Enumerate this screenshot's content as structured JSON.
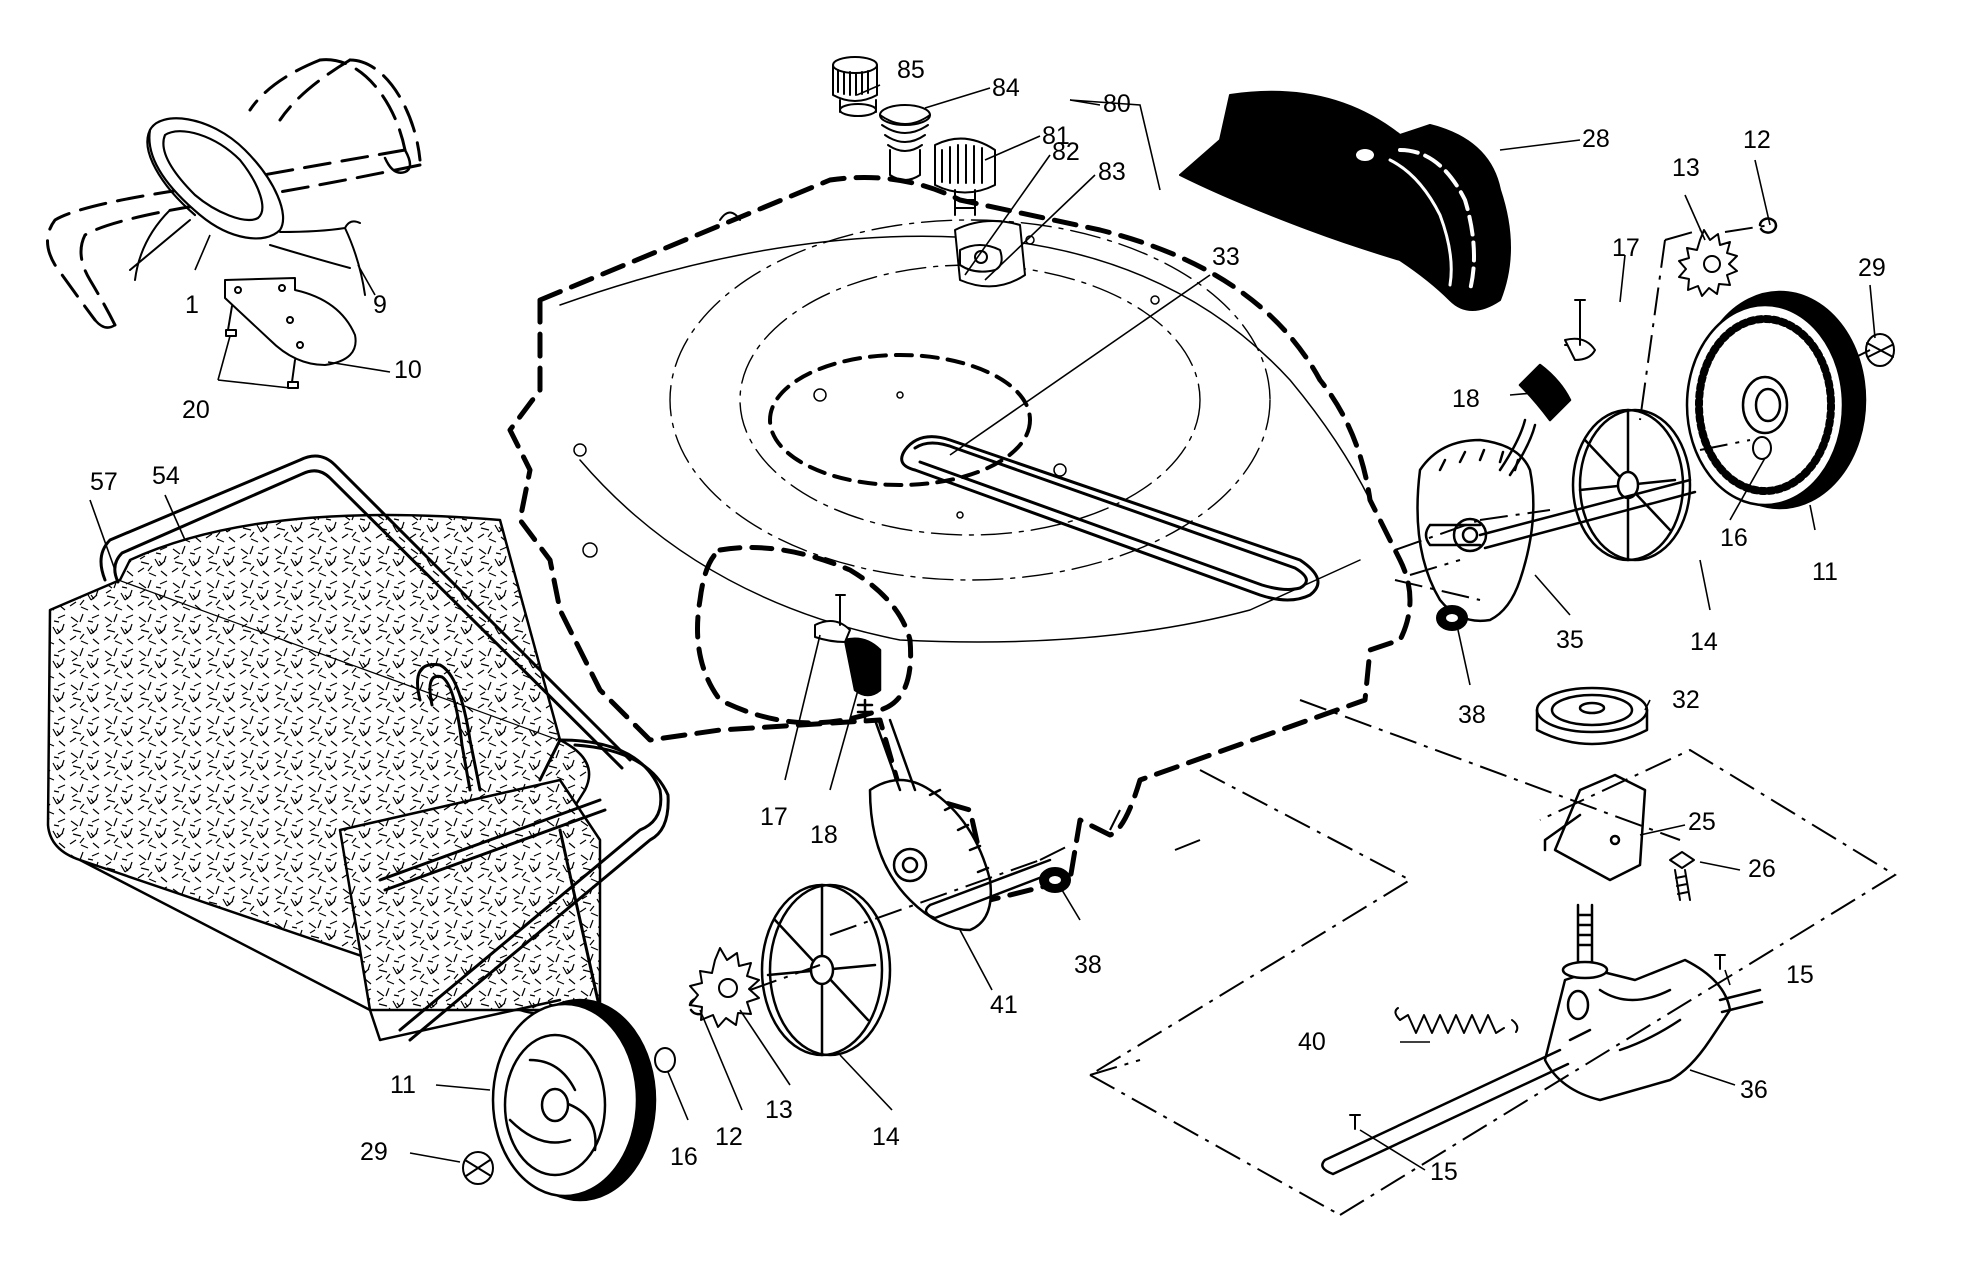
{
  "diagram": {
    "type": "exploded-parts-diagram",
    "colors": {
      "line": "#000000",
      "background": "#ffffff"
    },
    "callouts": [
      {
        "id": "c85",
        "text": "85"
      },
      {
        "id": "c84",
        "text": "84"
      },
      {
        "id": "c80",
        "text": "80"
      },
      {
        "id": "c81",
        "text": "81"
      },
      {
        "id": "c82",
        "text": "82"
      },
      {
        "id": "c83",
        "text": "83"
      },
      {
        "id": "c28",
        "text": "28"
      },
      {
        "id": "c12a",
        "text": "12"
      },
      {
        "id": "c13a",
        "text": "13"
      },
      {
        "id": "c17a",
        "text": "17"
      },
      {
        "id": "c29a",
        "text": "29"
      },
      {
        "id": "c33",
        "text": "33"
      },
      {
        "id": "c1",
        "text": "1"
      },
      {
        "id": "c9",
        "text": "9"
      },
      {
        "id": "c10",
        "text": "10"
      },
      {
        "id": "c20",
        "text": "20"
      },
      {
        "id": "c18a",
        "text": "18"
      },
      {
        "id": "c16a",
        "text": "16"
      },
      {
        "id": "c11a",
        "text": "11"
      },
      {
        "id": "c14a",
        "text": "14"
      },
      {
        "id": "c35",
        "text": "35"
      },
      {
        "id": "c57",
        "text": "57"
      },
      {
        "id": "c54",
        "text": "54"
      },
      {
        "id": "c38a",
        "text": "38"
      },
      {
        "id": "c32",
        "text": "32"
      },
      {
        "id": "c25",
        "text": "25"
      },
      {
        "id": "c26",
        "text": "26"
      },
      {
        "id": "c17b",
        "text": "17"
      },
      {
        "id": "c18b",
        "text": "18"
      },
      {
        "id": "c41",
        "text": "41"
      },
      {
        "id": "c38b",
        "text": "38"
      },
      {
        "id": "c15a",
        "text": "15"
      },
      {
        "id": "c40",
        "text": "40"
      },
      {
        "id": "c36",
        "text": "36"
      },
      {
        "id": "c11b",
        "text": "11"
      },
      {
        "id": "c12b",
        "text": "12"
      },
      {
        "id": "c13b",
        "text": "13"
      },
      {
        "id": "c14b",
        "text": "14"
      },
      {
        "id": "c29b",
        "text": "29"
      },
      {
        "id": "c16b",
        "text": "16"
      },
      {
        "id": "c15b",
        "text": "15"
      }
    ]
  }
}
